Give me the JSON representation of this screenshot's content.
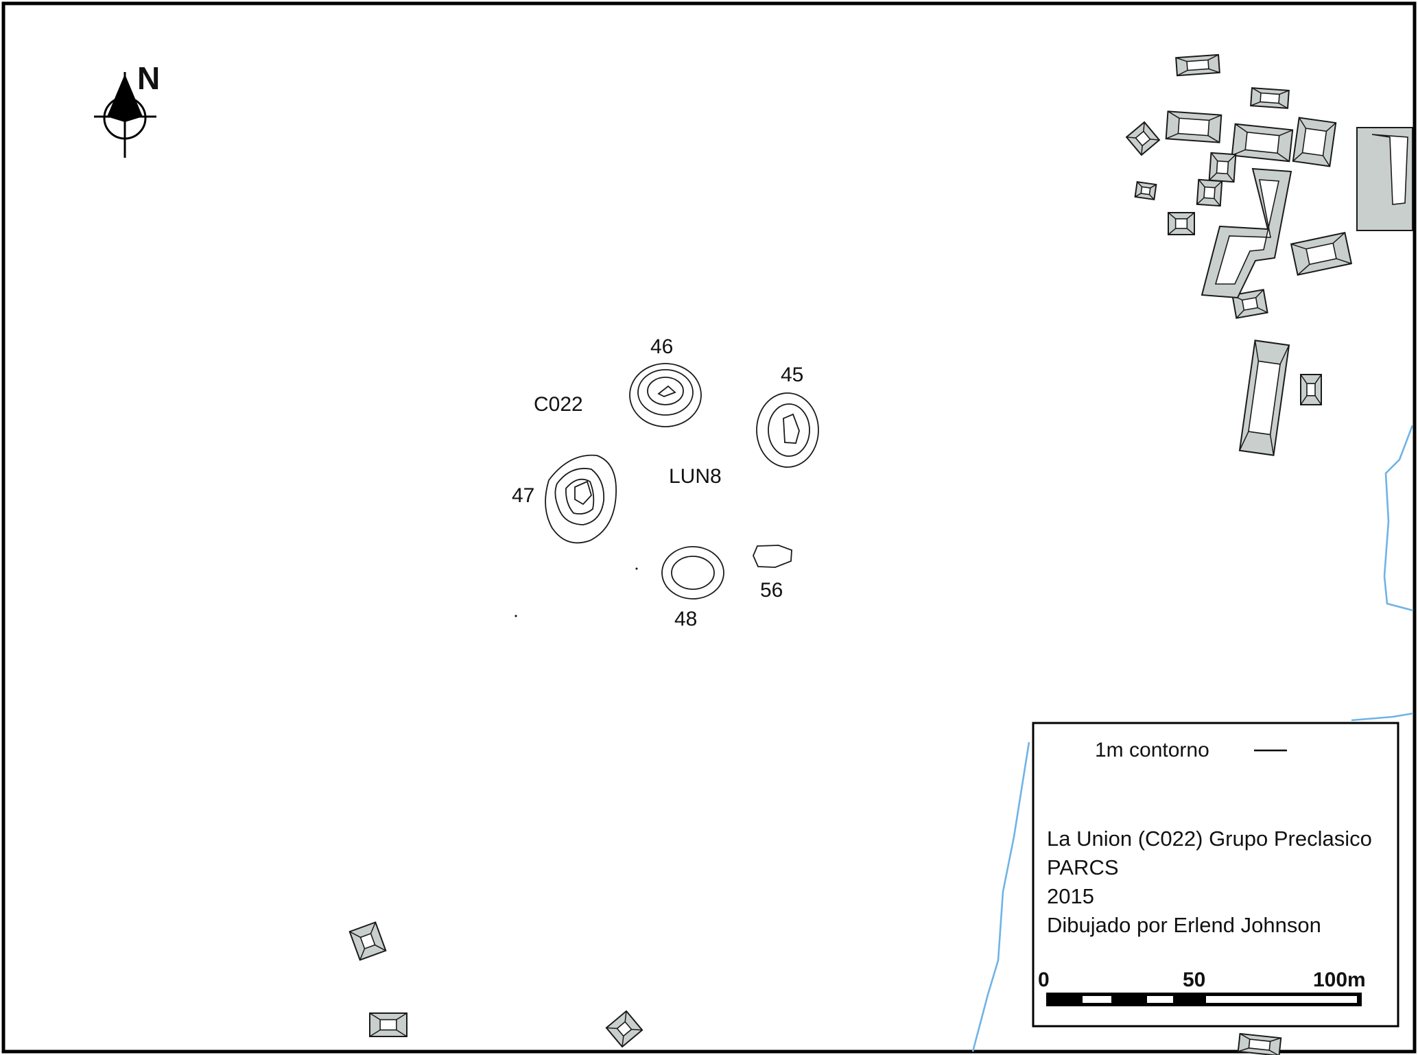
{
  "compass": {
    "north_label": "N"
  },
  "mounds": [
    {
      "id": "46",
      "label": "46"
    },
    {
      "id": "45",
      "label": "45"
    },
    {
      "id": "47",
      "label": "47"
    },
    {
      "id": "48",
      "label": "48"
    },
    {
      "id": "56",
      "label": "56"
    }
  ],
  "group_labels": {
    "site_code": "C022",
    "group_name": "LUN8"
  },
  "legend": {
    "contour_label": "1m contorno",
    "title": "La Union (C022) Grupo Preclasico",
    "project": "PARCS",
    "year": "2015",
    "author": "Dibujado por Erlend Johnson"
  },
  "scale_bar": {
    "ticks": [
      "0",
      "50",
      "100m"
    ]
  },
  "colors": {
    "structure_fill": "#c9cfcd",
    "stream": "#6fb3e6",
    "outline": "#1a1a1a"
  }
}
